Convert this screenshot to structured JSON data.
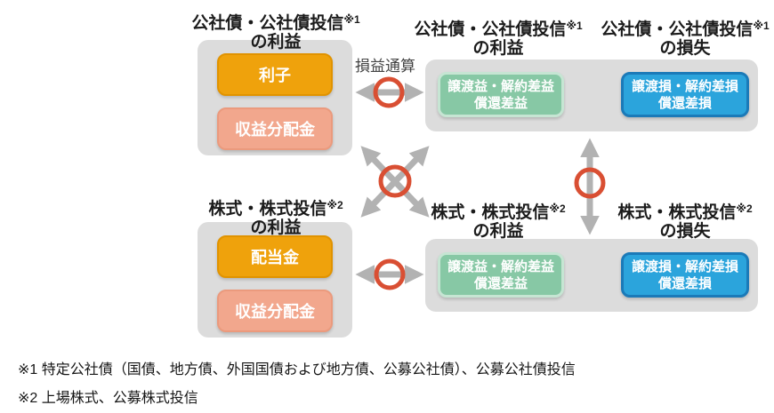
{
  "colors": {
    "container_bg": "#dcdcdc",
    "orange_box": "#efa20c",
    "salmon_box": "#f2a78d",
    "green_box": "#87c8a5",
    "green_box_border": "#c6e5d3",
    "blue_box": "#2ba4dc",
    "blue_box_border": "#1b7ab8",
    "arrow_gray": "#b2b2b2",
    "circle_red": "#d94f33"
  },
  "icons": {
    "offset_allowed_circle": "red ring (maru) drawn over each arrow",
    "offset_arrow": "gray double-headed arrow"
  },
  "offset_label": "損益通算",
  "sections": {
    "bond_profit_source": {
      "heading": {
        "main": "公社債・公社債投信",
        "sup": "※1",
        "sub": "の利益"
      },
      "items": {
        "interest": "利子",
        "distribution": "収益分配金"
      }
    },
    "bond_gain_loss": {
      "profit_heading": {
        "main": "公社債・公社債投信",
        "sup": "※1",
        "sub": "の利益"
      },
      "loss_heading": {
        "main": "公社債・公社債投信",
        "sup": "※1",
        "sub": "の損失"
      },
      "gain_box": {
        "line1": "譲渡益・解約差益",
        "line2": "償還差益"
      },
      "loss_box": {
        "line1": "譲渡損・解約差損",
        "line2": "償還差損"
      }
    },
    "stock_profit_source": {
      "heading": {
        "main": "株式・株式投信",
        "sup": "※2",
        "sub": "の利益"
      },
      "items": {
        "dividend": "配当金",
        "distribution": "収益分配金"
      }
    },
    "stock_gain_loss": {
      "profit_heading": {
        "main": "株式・株式投信",
        "sup": "※2",
        "sub": "の利益"
      },
      "loss_heading": {
        "main": "株式・株式投信",
        "sup": "※2",
        "sub": "の損失"
      },
      "gain_box": {
        "line1": "譲渡益・解約差益",
        "line2": "償還差益"
      },
      "loss_box": {
        "line1": "譲渡損・解約差損",
        "line2": "償還差損"
      }
    }
  },
  "footnotes": {
    "note1": "※1 特定公社債（国債、地方債、外国国債および地方債、公募公社債）、公募公社債投信",
    "note2": "※2 上場株式、公募株式投信"
  }
}
